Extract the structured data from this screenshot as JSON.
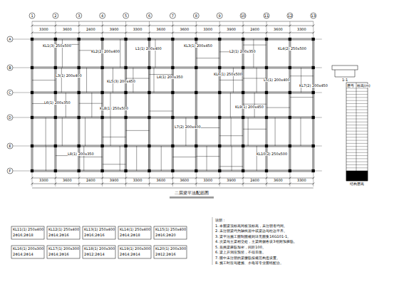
{
  "diagram": {
    "title": "二层梁平法配筋图",
    "labels": [
      "3300",
      "3600",
      "2400",
      "3900",
      "3300",
      "3600",
      "3600",
      "3300",
      "3900",
      "2400",
      "3600",
      "3300",
      "3300",
      "3600",
      "2400",
      "3900",
      "3300",
      "3600",
      "3600",
      "3300",
      "3900",
      "2400",
      "3600",
      "3300",
      "1",
      "2",
      "3",
      "4",
      "5",
      "6",
      "7",
      "8",
      "9",
      "10",
      "11",
      "12",
      "13",
      "A",
      "B",
      "C",
      "D",
      "E",
      "F",
      "KL1(3) 250x500",
      "KL2(2) 200x400",
      "L1(1) 200x400",
      "KL3(1) 200x450",
      "L2(1) 200x350",
      "KL4(2) 250x500",
      "L3(1) 200x400",
      "KL5(3) 200x450",
      "L4(1) 200x350",
      "KL6(1) 250x500",
      "L5(1) 200x400",
      "KL7(2) 200x450",
      "L6(1) 200x350",
      "KL8(1) 250x500",
      "L7(2) 200x400",
      "KL9(1) 200x450",
      "L8(1) 200x350",
      "KL10(2) 250x500",
      "KL11(1) 250x400",
      "2Φ16;2Φ18",
      "KL12(1) 250x400",
      "2Φ14;2Φ16",
      "KL13(1) 250x400",
      "2Φ16;2Φ16",
      "KL14(1) 250x400",
      "2Φ14;2Φ18",
      "KL15(1) 250x400",
      "2Φ16;2Φ20",
      "KL16(1) 200x300",
      "2Φ14;2Φ14",
      "KL17(1) 200x300",
      "2Φ14;2Φ16",
      "KL18(1) 200x300",
      "2Φ12;2Φ14",
      "KL19(1) 200x300",
      "2Φ14;2Φ14",
      "KL20(1) 200x300",
      "2Φ12;2Φ16",
      "说明：",
      "1. 本图梁顶标高同板顶标高，未注明者均同。",
      "2. 未注明梁均为轴线居中或梁边与柱边平齐。",
      "3. 梁平法施工图制图规则详见图集16G101-1。",
      "4. 次梁与主梁相交处，主梁两侧各设3组附加箍筋。",
      "5. 悬挑梁箍筋加密，间距100。",
      "6. 梁上开洞应预留，不得后凿。",
      "7. 图中未注明的梁腰筋按规范构造设置。",
      "8. 施工时应与建施、水电等专业图纸配合。",
      "1-1",
      "层号",
      "标高(m)",
      "结构层高"
    ]
  }
}
